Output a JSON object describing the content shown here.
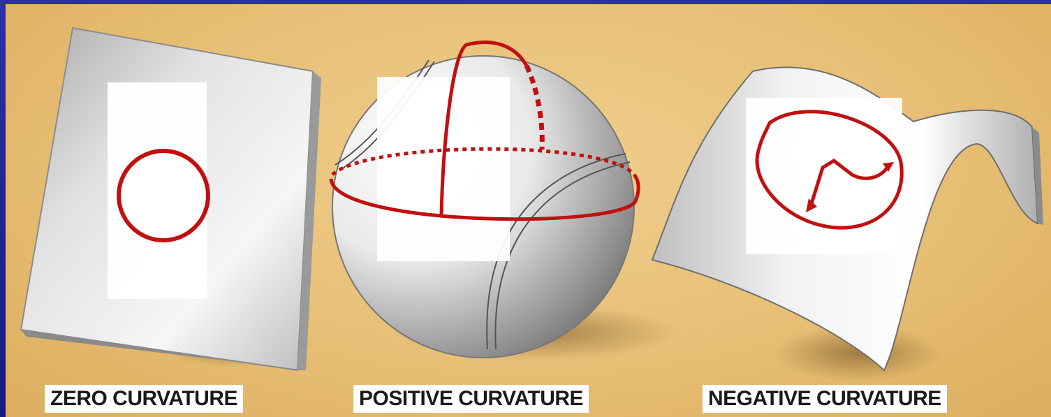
{
  "labels": {
    "zero": "ZERO CURVATURE",
    "positive": "POSITIVE CURVATURE",
    "negative": "NEGATIVE CURVATURE"
  },
  "colors": {
    "frame": "#1a1f8c",
    "background": "#e6bd73",
    "surface": "#e8e8e8",
    "accent": "#c01010"
  }
}
